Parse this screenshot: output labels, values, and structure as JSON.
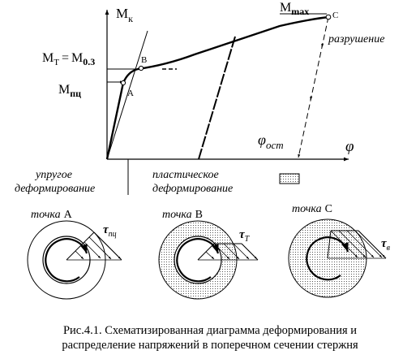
{
  "diagram": {
    "axes": {
      "y_label_main": "M",
      "y_label_sub": "к",
      "x_label": "φ"
    },
    "labels": {
      "m_max_main": "M",
      "m_max_sub": "max",
      "m_t_main": "M",
      "m_t_sub": "T",
      "eq": "=",
      "m_03_main": "M",
      "m_03_sub": "0.3",
      "m_pc_main": "M",
      "m_pc_sub": "пц",
      "phi_ost_main": "φ",
      "phi_ost_sub": "ост",
      "point_a": "A",
      "point_b": "B",
      "point_c": "C",
      "destruction": "разрушение"
    },
    "zones": {
      "elastic_line1": "упругое",
      "elastic_line2": "деформирование",
      "plastic_line1": "пластическое",
      "plastic_line2": "деформирование"
    },
    "sections": [
      {
        "prefix": "точка",
        "letter": "A",
        "tau_main": "τ",
        "tau_sub": "пц"
      },
      {
        "prefix": "точка",
        "letter": "B",
        "tau_main": "τ",
        "tau_sub": "T"
      },
      {
        "prefix": "точка",
        "letter": "C",
        "tau_main": "τ",
        "tau_sub": "в"
      }
    ]
  },
  "caption": {
    "line1": "Рис.4.1. Схематизированная диаграмма деформирования и",
    "line2": "распределение напряжений в поперечном сечении стержня"
  }
}
